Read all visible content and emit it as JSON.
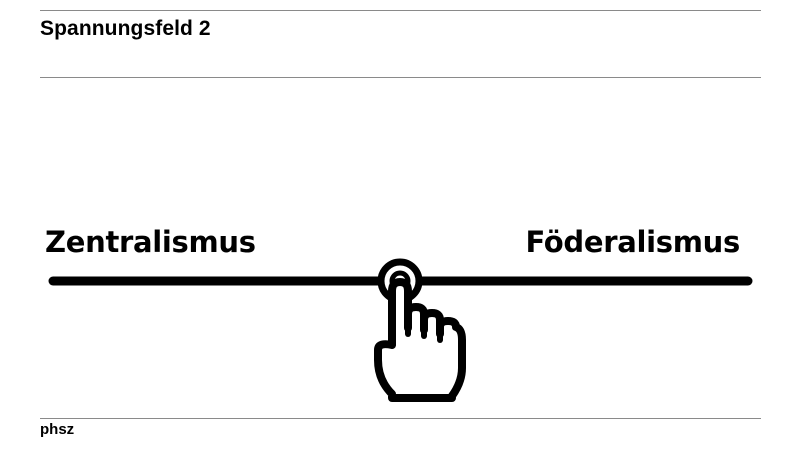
{
  "slide": {
    "title": "Spannungsfeld 2"
  },
  "scale": {
    "left_label": "Zentralismus",
    "right_label": "Föderalismus",
    "position": 0.5,
    "pointer_icon": "pointing-hand-icon"
  },
  "footer": {
    "logo_text": "phsz"
  },
  "colors": {
    "text": "#000000",
    "rules": "#8a8a8a",
    "background": "#ffffff"
  }
}
